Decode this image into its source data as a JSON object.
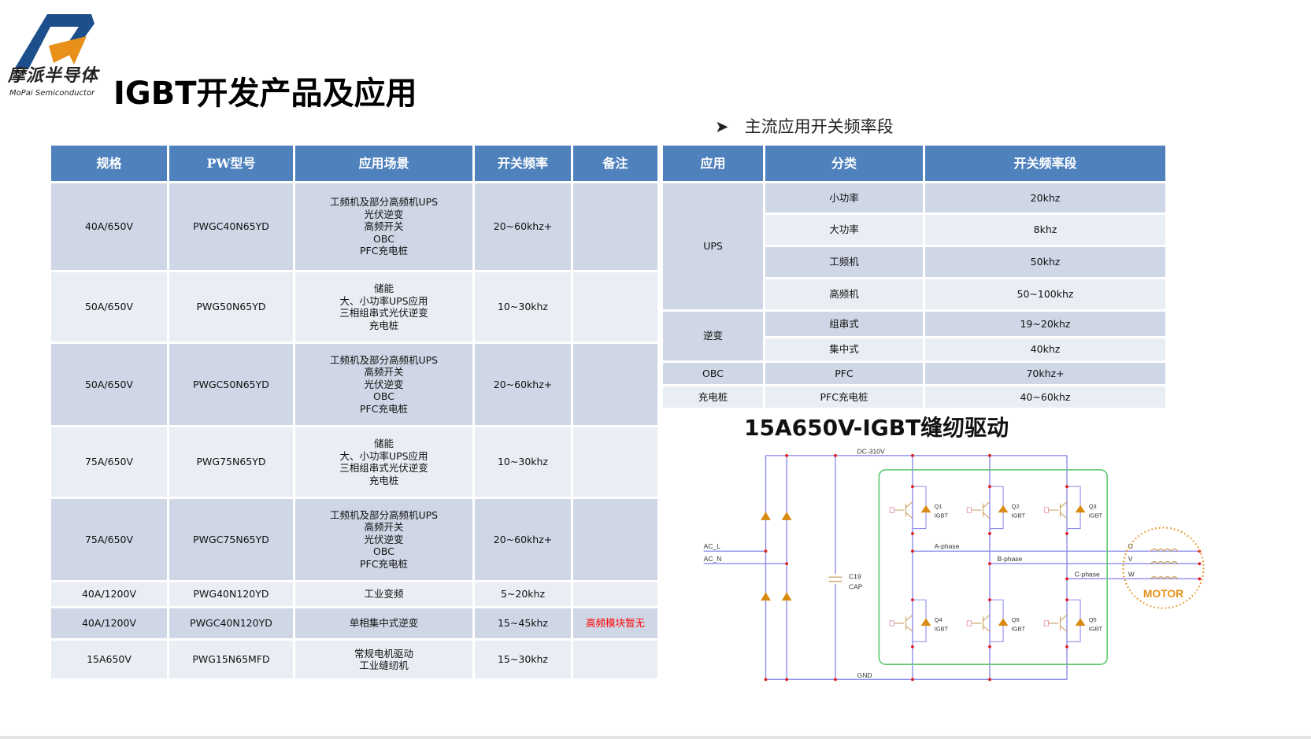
{
  "logo": {
    "cn": "摩派半导体",
    "en": "MoPai Semiconductor"
  },
  "title": "IGBT开发产品及应用",
  "bullet": {
    "icon": "arrow-bullet",
    "text": "主流应用开关频率段"
  },
  "products": {
    "headers": [
      "规格",
      "PW型号",
      "应用场景",
      "开关频率",
      "备注"
    ],
    "rows": [
      {
        "spec": "40A/650V",
        "model": "PWGC40N65YD",
        "apps": "工频机及部分高频机UPS\n光伏逆变\n高频开关\nOBC\nPFC充电桩",
        "freq": "20~60khz+",
        "note": ""
      },
      {
        "spec": "50A/650V",
        "model": "PWG50N65YD",
        "apps": "储能\n大、小功率UPS应用\n三相组串式光伏逆变\n充电桩",
        "freq": "10~30khz",
        "note": ""
      },
      {
        "spec": "50A/650V",
        "model": "PWGC50N65YD",
        "apps": "工频机及部分高频机UPS\n高频开关\n光伏逆变\nOBC\nPFC充电桩",
        "freq": "20~60khz+",
        "note": ""
      },
      {
        "spec": "75A/650V",
        "model": "PWG75N65YD",
        "apps": "储能\n大、小功率UPS应用\n三相组串式光伏逆变\n充电桩",
        "freq": "10~30khz",
        "note": ""
      },
      {
        "spec": "75A/650V",
        "model": "PWGC75N65YD",
        "apps": "工频机及部分高频机UPS\n高频开关\n光伏逆变\nOBC\nPFC充电桩",
        "freq": "20~60khz+",
        "note": ""
      },
      {
        "spec": "40A/1200V",
        "model": "PWG40N120YD",
        "apps": "工业变频",
        "freq": "5~20khz",
        "note": ""
      },
      {
        "spec": "40A/1200V",
        "model": "PWGC40N120YD",
        "apps": "单相集中式逆变",
        "freq": "15~45khz",
        "note": "高频模块暂无"
      },
      {
        "spec": "15A650V",
        "model": "PWG15N65MFD",
        "apps": "常规电机驱动\n工业缝纫机",
        "freq": "15~30khz",
        "note": ""
      }
    ]
  },
  "freq_table": {
    "headers": [
      "应用",
      "分类",
      "开关频率段"
    ],
    "groups": [
      {
        "app": "UPS",
        "items": [
          {
            "cat": "小功率",
            "freq": "20khz"
          },
          {
            "cat": "大功率",
            "freq": "8khz"
          },
          {
            "cat": "工频机",
            "freq": "50khz"
          },
          {
            "cat": "高频机",
            "freq": "50~100khz"
          }
        ]
      },
      {
        "app": "逆变",
        "items": [
          {
            "cat": "组串式",
            "freq": "19~20khz"
          },
          {
            "cat": "集中式",
            "freq": "40khz"
          }
        ]
      },
      {
        "app": "OBC",
        "items": [
          {
            "cat": "PFC",
            "freq": "70khz+"
          }
        ]
      },
      {
        "app": "充电桩",
        "items": [
          {
            "cat": "PFC充电桩",
            "freq": "40~60khz"
          }
        ]
      }
    ]
  },
  "circuit": {
    "title": "15A650V-IGBT缝纫驱动",
    "dc": "DC-310V",
    "gnd": "GND",
    "ac_l": "AC_L",
    "ac_n": "AC_N",
    "cap": "C19",
    "cap_type": "CAP",
    "phases": [
      "A-phase",
      "B-phase",
      "C-phase"
    ],
    "uvw": [
      "U",
      "V",
      "W"
    ],
    "top_q": [
      "Q1",
      "Q2",
      "Q3"
    ],
    "bot_q": [
      "Q4",
      "Q6",
      "Q5"
    ],
    "q_type": "IGBT",
    "motor": "MOTOR"
  },
  "colors": {
    "header": "#4f81bd",
    "row_dark": "#cfd7e6",
    "row_light": "#e9edf4",
    "note_red": "#ff0000",
    "logo_blue": "#1d4f8c",
    "logo_orange": "#e8901a"
  }
}
